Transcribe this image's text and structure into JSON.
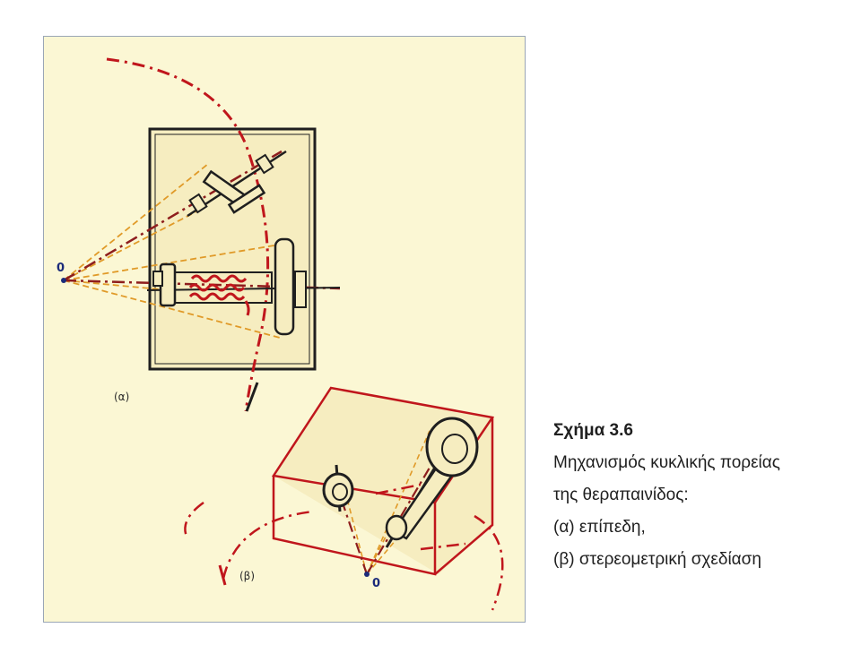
{
  "caption": {
    "title": "Σχήμα 3.6",
    "line1": "Μηχανισμός κυκλικής πορείας",
    "line2": "της θεραπαινίδος:",
    "line3": "(α) επίπεδη,",
    "line4": "(β) στερεομετρική σχεδίαση"
  },
  "figure": {
    "label_a": "(α)",
    "label_b": "(β)",
    "origin_a": "0",
    "origin_b": "0",
    "colors": {
      "background": "#fbf7d4",
      "ink": "#1f1f1f",
      "red": "#c0161c",
      "dark_red": "#8e1d1d",
      "orange": "#e09a28",
      "box_fill": "#f6edc0"
    }
  }
}
